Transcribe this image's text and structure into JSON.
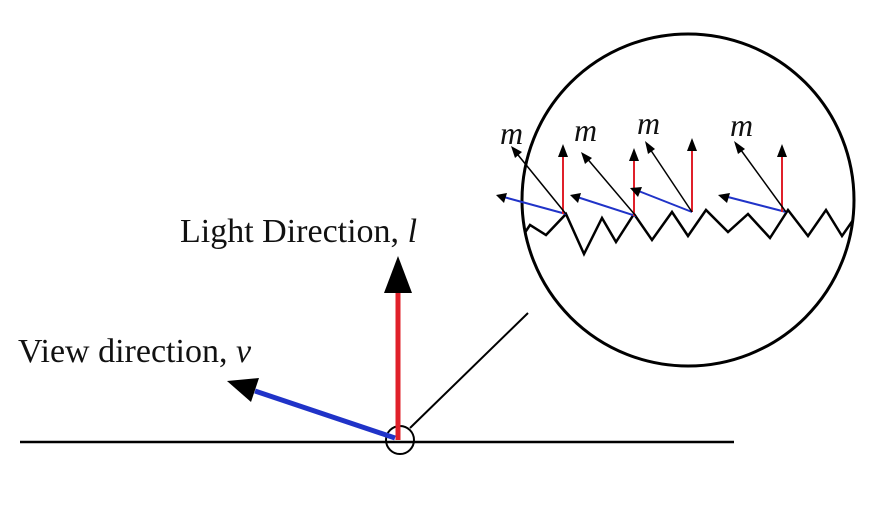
{
  "labels": {
    "light_direction_text": "Light Direction, ",
    "light_direction_symbol": "l",
    "view_direction_text": "View direction, ",
    "view_direction_symbol": "v",
    "microfacet_normal_symbol": "m"
  },
  "colors": {
    "light_vector": "#e0202a",
    "view_vector": "#2033c8",
    "line": "#000000",
    "background": "#ffffff"
  },
  "icons": {
    "light_arrow": "red-arrow-up",
    "view_arrow": "blue-arrow-left",
    "magnifier": "circle-zoom"
  }
}
